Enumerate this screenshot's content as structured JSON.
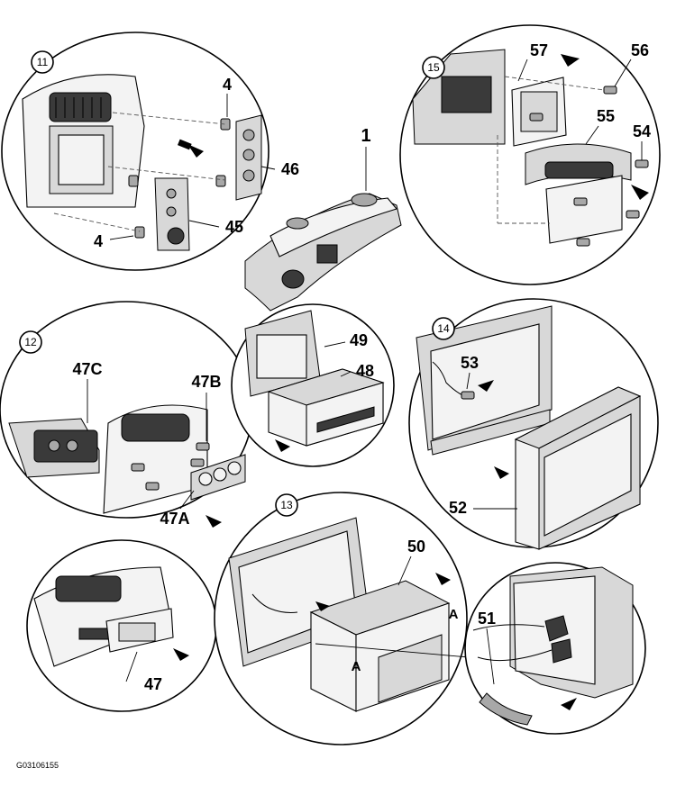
{
  "diagram": {
    "figure_code": "G03106155",
    "views": [
      {
        "id": "view-11",
        "step": "11",
        "parts": [
          "4",
          "46",
          "45",
          "4"
        ]
      },
      {
        "id": "view-15",
        "step": "15",
        "parts": [
          "57",
          "56",
          "55",
          "54"
        ]
      },
      {
        "id": "view-dash",
        "step": "",
        "parts": [
          "1"
        ]
      },
      {
        "id": "view-12",
        "step": "12",
        "parts": [
          "47C",
          "47B",
          "47A"
        ]
      },
      {
        "id": "view-radio",
        "step": "",
        "parts": [
          "49",
          "48"
        ]
      },
      {
        "id": "view-14",
        "step": "14",
        "parts": [
          "53",
          "52"
        ]
      },
      {
        "id": "view-47",
        "step": "",
        "parts": [
          "47"
        ]
      },
      {
        "id": "view-13",
        "step": "13",
        "parts": [
          "50",
          "A",
          "A"
        ]
      },
      {
        "id": "view-51",
        "step": "",
        "parts": [
          "51"
        ]
      }
    ]
  }
}
